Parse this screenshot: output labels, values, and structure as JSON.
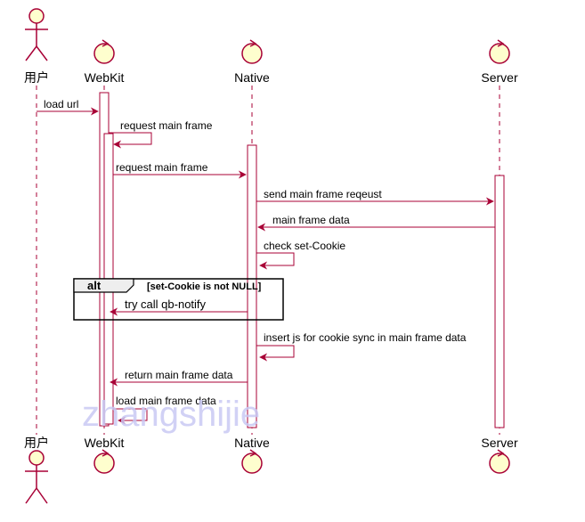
{
  "participants": {
    "user": "用户",
    "webkit": "WebKit",
    "native": "Native",
    "server": "Server"
  },
  "messages": {
    "load_url": "load url",
    "request_main_frame_self": "request main frame",
    "request_main_frame": "request main frame",
    "send_main_frame_request": "send main frame reqeust",
    "main_frame_data": "main frame data",
    "check_set_cookie": "check set-Cookie",
    "try_call_qb_notify": "try call qb-notify",
    "insert_js": "insert js for cookie sync in main frame data",
    "return_main_frame_data": "return main frame data",
    "load_main_frame_data": "load main frame data"
  },
  "fragment": {
    "keyword": "alt",
    "condition": "[set-Cookie is not NULL]"
  },
  "watermark": "zhangshijie",
  "colors": {
    "line": "#a80036",
    "fill": "#fefece",
    "frame": "#000000"
  }
}
